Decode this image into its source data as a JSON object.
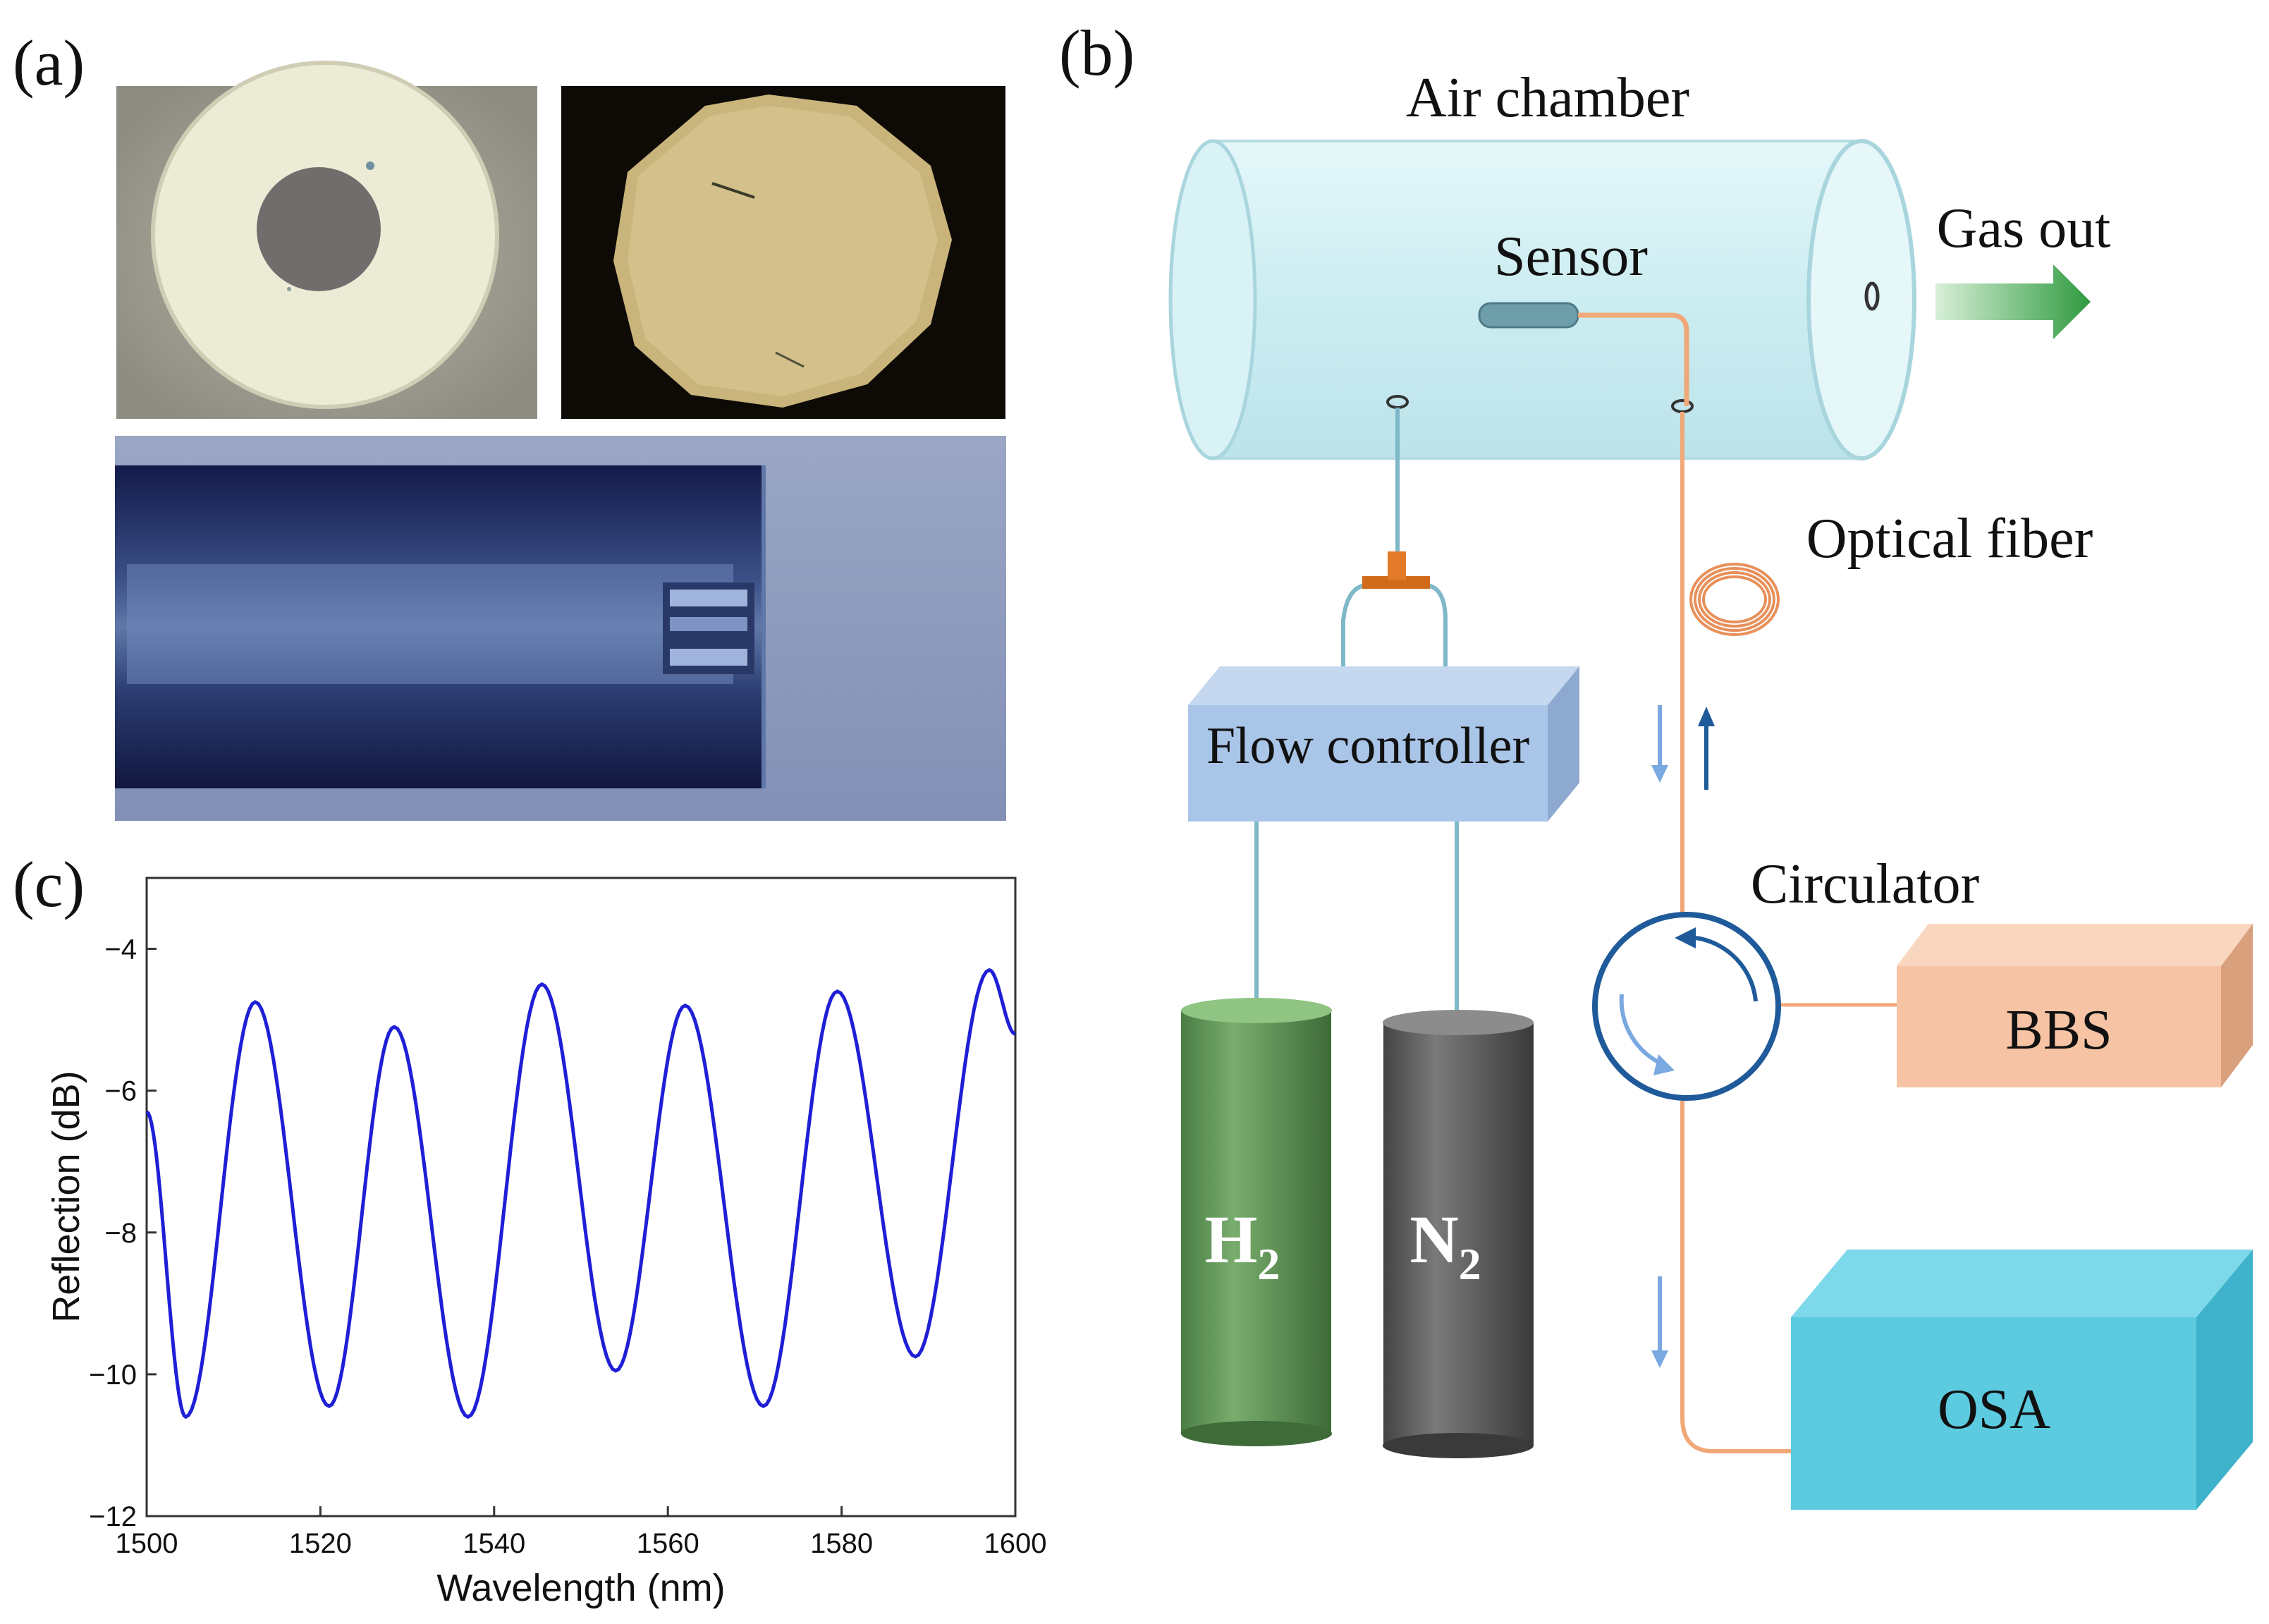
{
  "panels": {
    "a": {
      "label": "(a)"
    },
    "b": {
      "label": "(b)",
      "air_chamber": "Air chamber",
      "sensor": "Sensor",
      "gas_out": "Gas out",
      "optical_fiber": "Optical fiber",
      "flow_controller": "Flow controller",
      "circulator": "Circulator",
      "bbs": "BBS",
      "osa": "OSA",
      "cylinder_h2": {
        "symbol": "H",
        "subscript": "2"
      },
      "cylinder_n2": {
        "symbol": "N",
        "subscript": "2"
      },
      "colors": {
        "chamber": "#cfeef2",
        "fiber": "#f0a878",
        "h2_cylinder": "#5f9457",
        "n2_cylinder": "#5c5c5c",
        "flow_controller": "#a9c5e8",
        "bbs": "#f6c4a4",
        "osa": "#5ccbe0",
        "circulator": "#1f5a9a",
        "gas_out_arrow": "#3aa64a"
      }
    },
    "c": {
      "label": "(c)"
    }
  },
  "chart_data": {
    "type": "line",
    "title": "",
    "xlabel": "Wavelength (nm)",
    "ylabel": "Reflection (dB)",
    "xlim": [
      1500,
      1600
    ],
    "ylim": [
      -12,
      -3
    ],
    "xticks": [
      "1500",
      "1520",
      "1540",
      "1560",
      "1580",
      "1600"
    ],
    "yticks": [
      "−4",
      "−6",
      "−8",
      "−10",
      "−12"
    ],
    "grid": false,
    "line_color": "#1f1fd6",
    "series": [
      {
        "x": [
          1500,
          1504.5,
          1512.5,
          1521,
          1528.5,
          1537,
          1545.5,
          1554,
          1562,
          1571,
          1579.5,
          1588.5,
          1597,
          1600
        ],
        "y": [
          -6.3,
          -10.6,
          -4.75,
          -10.45,
          -5.1,
          -10.6,
          -4.5,
          -9.95,
          -4.8,
          -10.45,
          -4.6,
          -9.75,
          -4.3,
          -5.2
        ]
      }
    ]
  }
}
